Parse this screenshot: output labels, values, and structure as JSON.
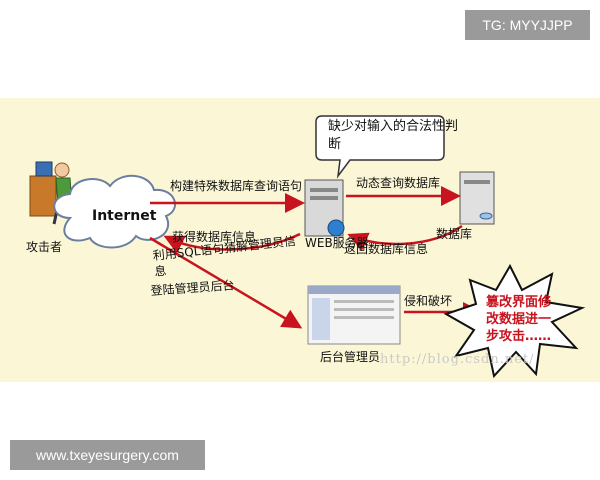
{
  "watermarks": {
    "top_tag": "TG: MYYJJPP",
    "bottom_tag": "www.txeyesurgery.com",
    "url_watermark": "http://blog.csdn.net/"
  },
  "diagram": {
    "attacker_label": "攻击者",
    "internet_label": "Internet",
    "web_server_label": "WEB服务器",
    "database_label": "数据库",
    "admin_label": "后台管理员",
    "speech_bubble": "缺少对输入的合法性判断",
    "arrow_build_query": "构建特殊数据库查询语句",
    "arrow_dynamic_query": "动态查询数据库",
    "arrow_get_info": "获得数据库信息",
    "arrow_return_info": "返回数据库信息",
    "arrow_sql_guess": "利用SQL语句猜解管理员信息",
    "arrow_login_backend": "登陆管理员后台",
    "arrow_invade": "侵和破坏",
    "burst_text": "篡改界面修改数据进一步攻击……"
  },
  "colors": {
    "arrow_red": "#c8141e",
    "background_yellow": "#fbf7d6",
    "burst_text_red": "#d4141e"
  }
}
